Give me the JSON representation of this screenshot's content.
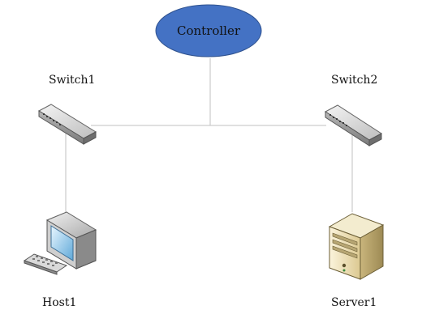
{
  "diagram": {
    "controller": {
      "label": "Controller",
      "fill": "#4472C4"
    },
    "switch1": {
      "label": "Switch1"
    },
    "switch2": {
      "label": "Switch2"
    },
    "host1": {
      "label": "Host1"
    },
    "server1": {
      "label": "Server1"
    },
    "link_color": "#c0c0c0",
    "icons": {
      "switch1": "network-switch-icon",
      "switch2": "network-switch-icon",
      "host1": "desktop-computer-icon",
      "server1": "server-tower-icon"
    }
  }
}
